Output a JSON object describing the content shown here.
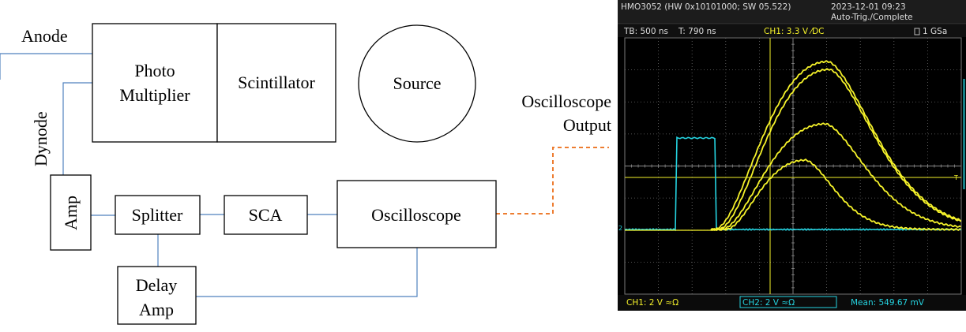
{
  "diagram": {
    "anode_label": "Anode",
    "dynode_label": "Dynode",
    "photomultiplier": {
      "line1": "Photo",
      "line2": "Multiplier"
    },
    "scintillator": "Scintillator",
    "source": "Source",
    "amp": "Amp",
    "splitter": "Splitter",
    "sca": "SCA",
    "oscilloscope": "Oscilloscope",
    "delay_amp": {
      "line1": "Delay",
      "line2": "Amp"
    },
    "output_label": {
      "line1": "Oscilloscope",
      "line2": "Output"
    },
    "colors": {
      "block_line": "#000000",
      "connector": "#4f81bd",
      "dashed_connector": "#ed7d31"
    }
  },
  "scope": {
    "model": "HMO3052 (HW 0x10101000; SW 05.522)",
    "datetime": "2023-12-01 09:23",
    "trigger_status": "Auto-Trig./Complete",
    "timebase": "TB: 500 ns",
    "trigger_time": "T: 790 ns",
    "ch1_setting": "CH1: 3.3 V ⁄DC",
    "sample_rate": "1 GSa",
    "ch1_scale": "CH1: 2 V ≈Ω",
    "ch2_scale": "CH2: 2 V ≈Ω",
    "mean": "Mean: 549.67 mV",
    "colors": {
      "ch1": "#f5f22a",
      "ch2": "#25d3e0",
      "background": "#000000",
      "grid": "#6a6a6a"
    }
  }
}
